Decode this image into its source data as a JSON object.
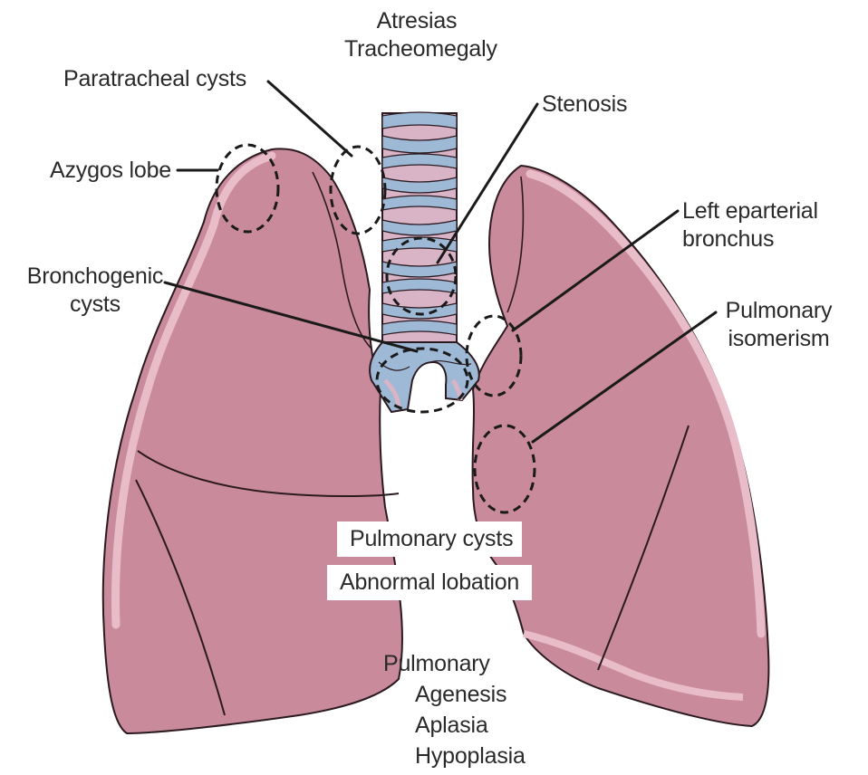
{
  "labels": {
    "atresias": "Atresias",
    "tracheomegaly": "Tracheomegaly",
    "paratracheal_cysts": "Paratracheal cysts",
    "stenosis": "Stenosis",
    "azygos_lobe": "Azygos lobe",
    "left_eparterial_line1": "Left eparterial",
    "left_eparterial_line2": "bronchus",
    "bronchogenic_line1": "Bronchogenic",
    "bronchogenic_line2": "cysts",
    "pulmonary_isomerism_line1": "Pulmonary",
    "pulmonary_isomerism_line2": "isomerism",
    "pulmonary_cysts": "Pulmonary cysts",
    "abnormal_lobation": "Abnormal lobation",
    "pulmonary": "Pulmonary",
    "agenesis": "Agenesis",
    "aplasia": "Aplasia",
    "hypoplasia": "Hypoplasia"
  },
  "colors": {
    "lung_fill": "#c98b9c",
    "lung_highlight": "#e8bcc8",
    "lung_outline": "#2b1a1f",
    "trachea_blue": "#9db9d6",
    "trachea_pink": "#d9b3c6",
    "leader_line": "#1a1a1a"
  }
}
